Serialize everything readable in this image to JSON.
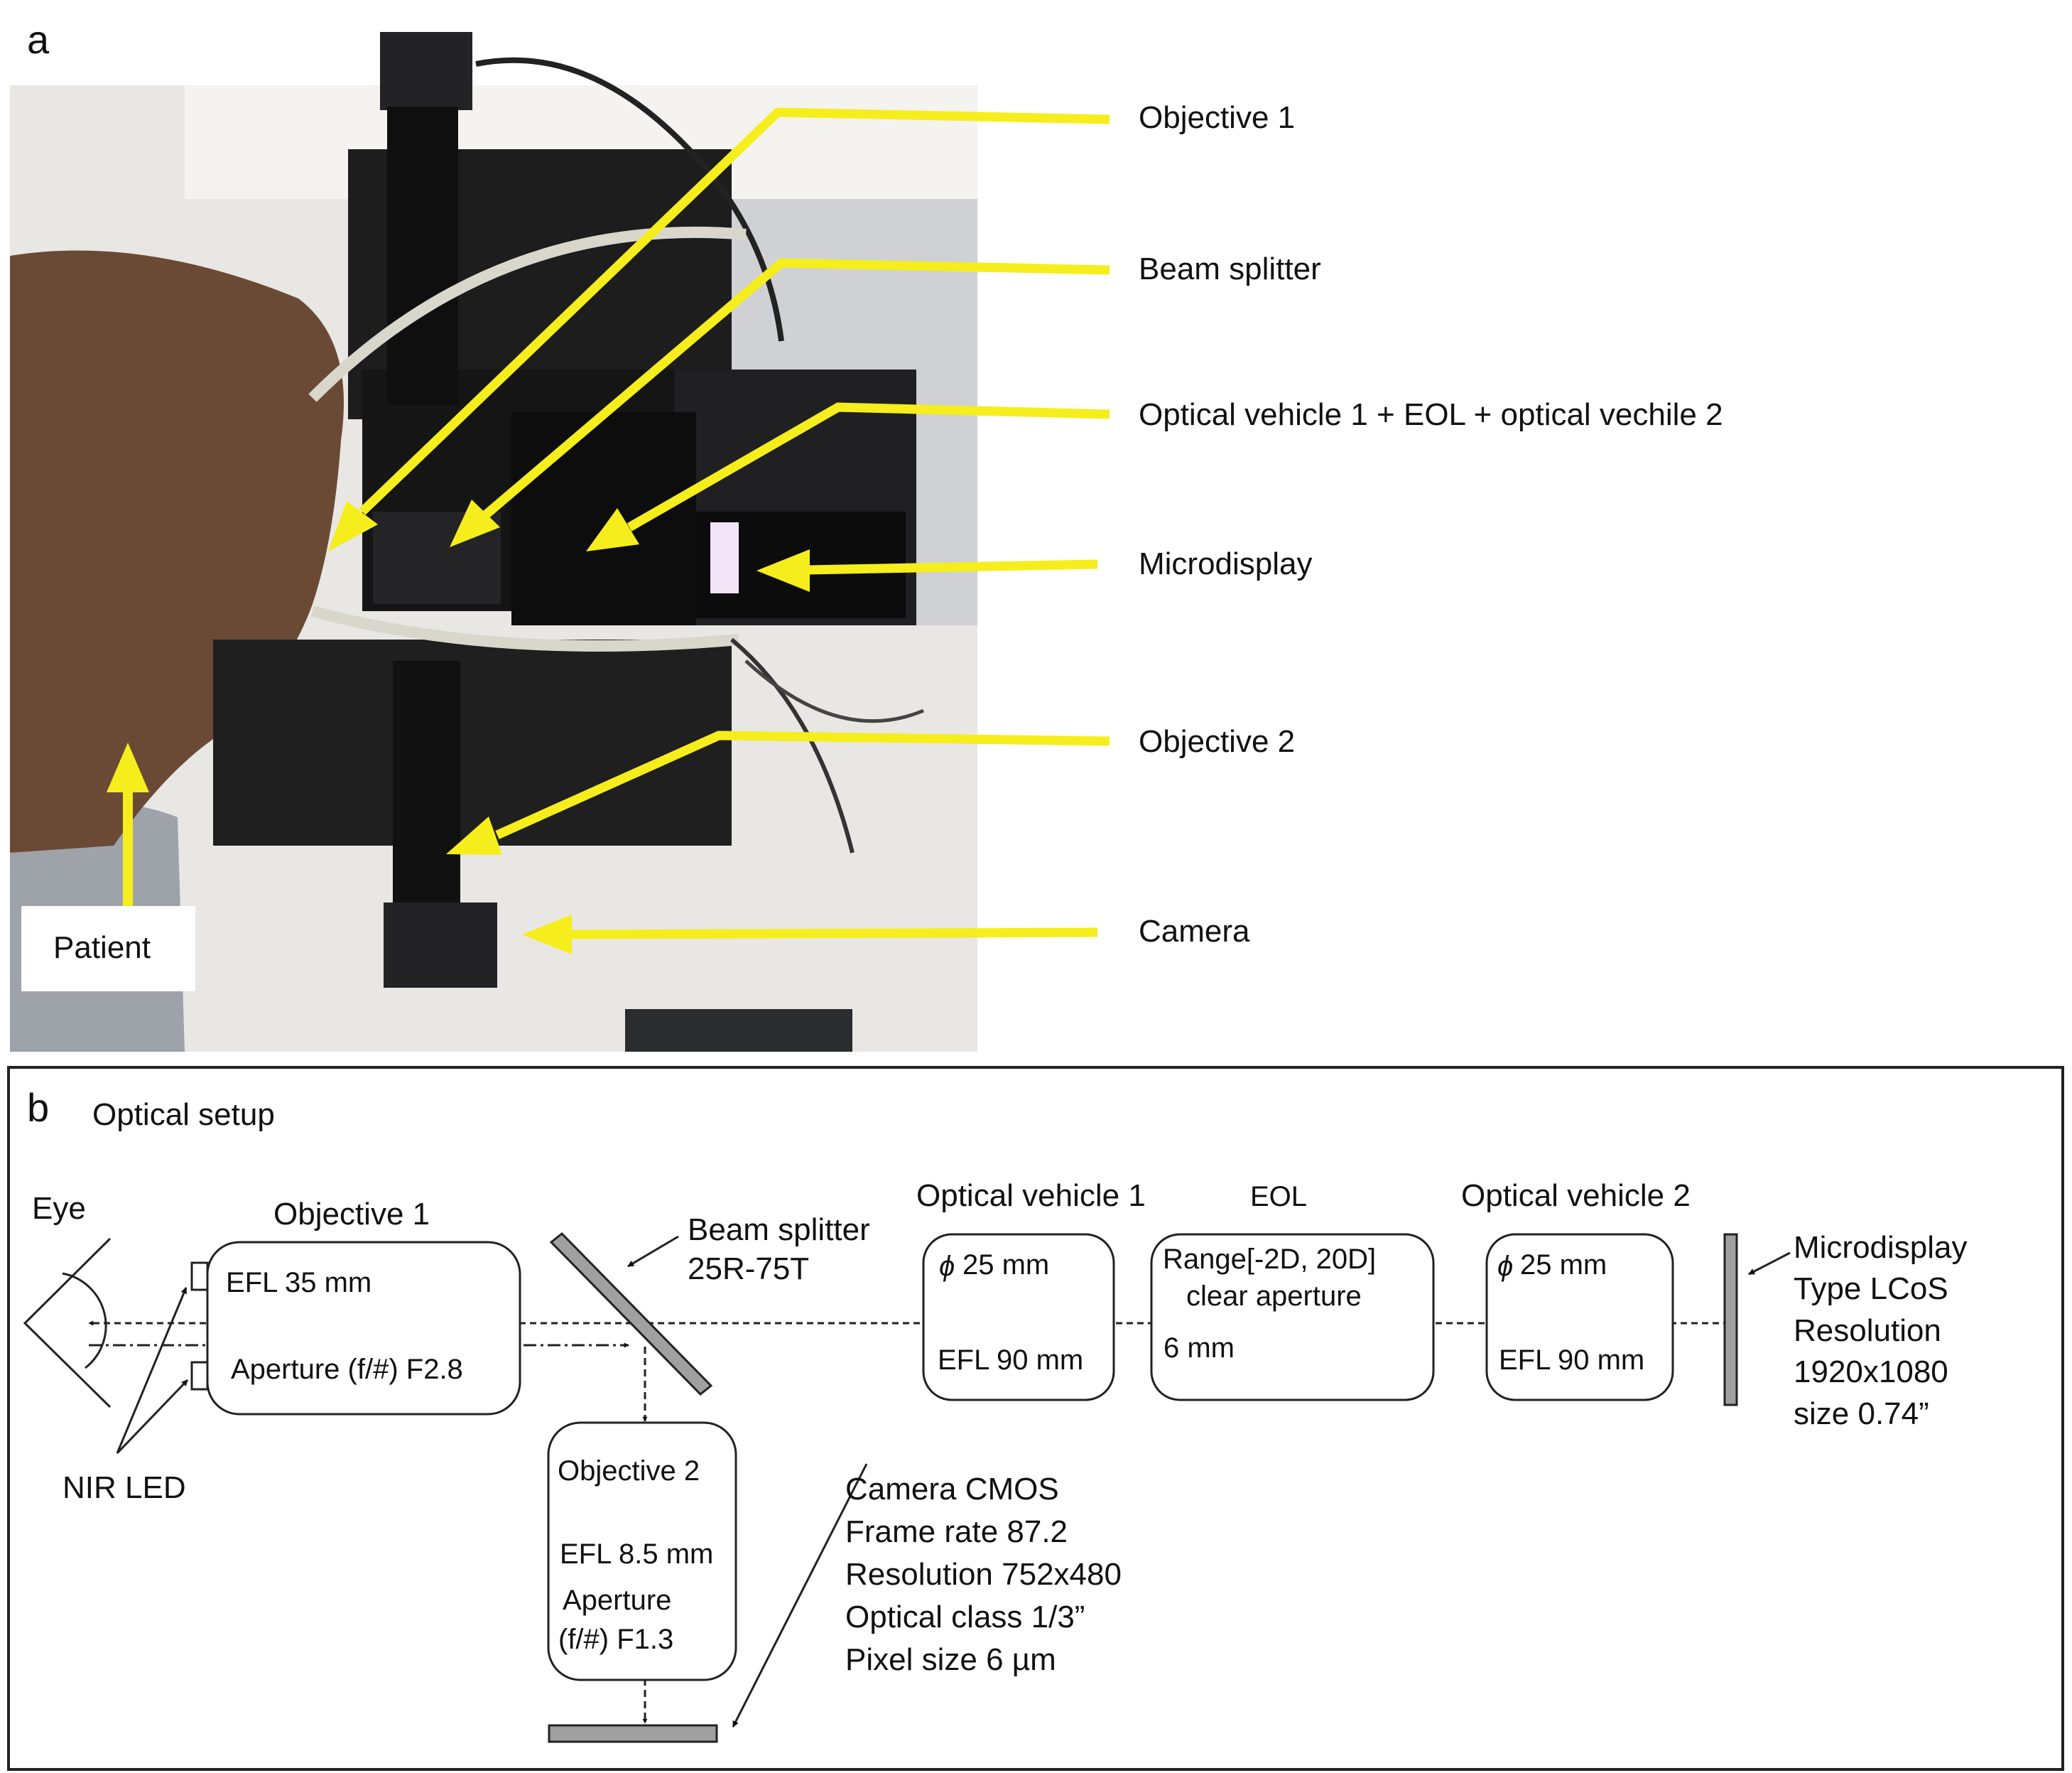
{
  "panel_a": {
    "letter": "a",
    "labels": {
      "objective1": "Objective 1",
      "beam_splitter": "Beam splitter",
      "optical_vehicles": "Optical vehicle 1 + EOL + optical vechile 2",
      "microdisplay": "Microdisplay",
      "objective2": "Objective 2",
      "camera": "Camera",
      "patient": "Patient"
    },
    "arrow_color": "#f5ee1c"
  },
  "panel_b": {
    "letter": "b",
    "title": "Optical setup",
    "eye": "Eye",
    "nir_led": "NIR LED",
    "objective1": {
      "title": "Objective 1",
      "efl": "EFL 35 mm",
      "aperture": "Aperture (f/#) F2.8"
    },
    "beam_splitter": {
      "line1": "Beam splitter",
      "line2": "25R-75T"
    },
    "objective2": {
      "title": "Objective 2",
      "efl": "EFL 8.5 mm",
      "aperture1": "Aperture",
      "aperture2": "(f/#) F1.3"
    },
    "optical_vehicle1": {
      "title": "Optical vehicle 1",
      "diameter": "25 mm",
      "efl": "EFL 90 mm"
    },
    "eol": {
      "title": "EOL",
      "line1": "Range[-2D, 20D]",
      "line2": "clear aperture",
      "line3": "6 mm"
    },
    "optical_vehicle2": {
      "title": "Optical vehicle 2",
      "diameter": "25 mm",
      "efl": "EFL 90 mm"
    },
    "phi": "ϕ",
    "microdisplay": [
      "Microdisplay",
      "Type LCoS",
      "Resolution",
      "1920x1080",
      "size 0.74”"
    ],
    "camera": [
      "Camera CMOS",
      "Frame rate 87.2",
      "Resolution 752x480",
      "Optical class 1/3”",
      "Pixel size 6 µm"
    ]
  }
}
